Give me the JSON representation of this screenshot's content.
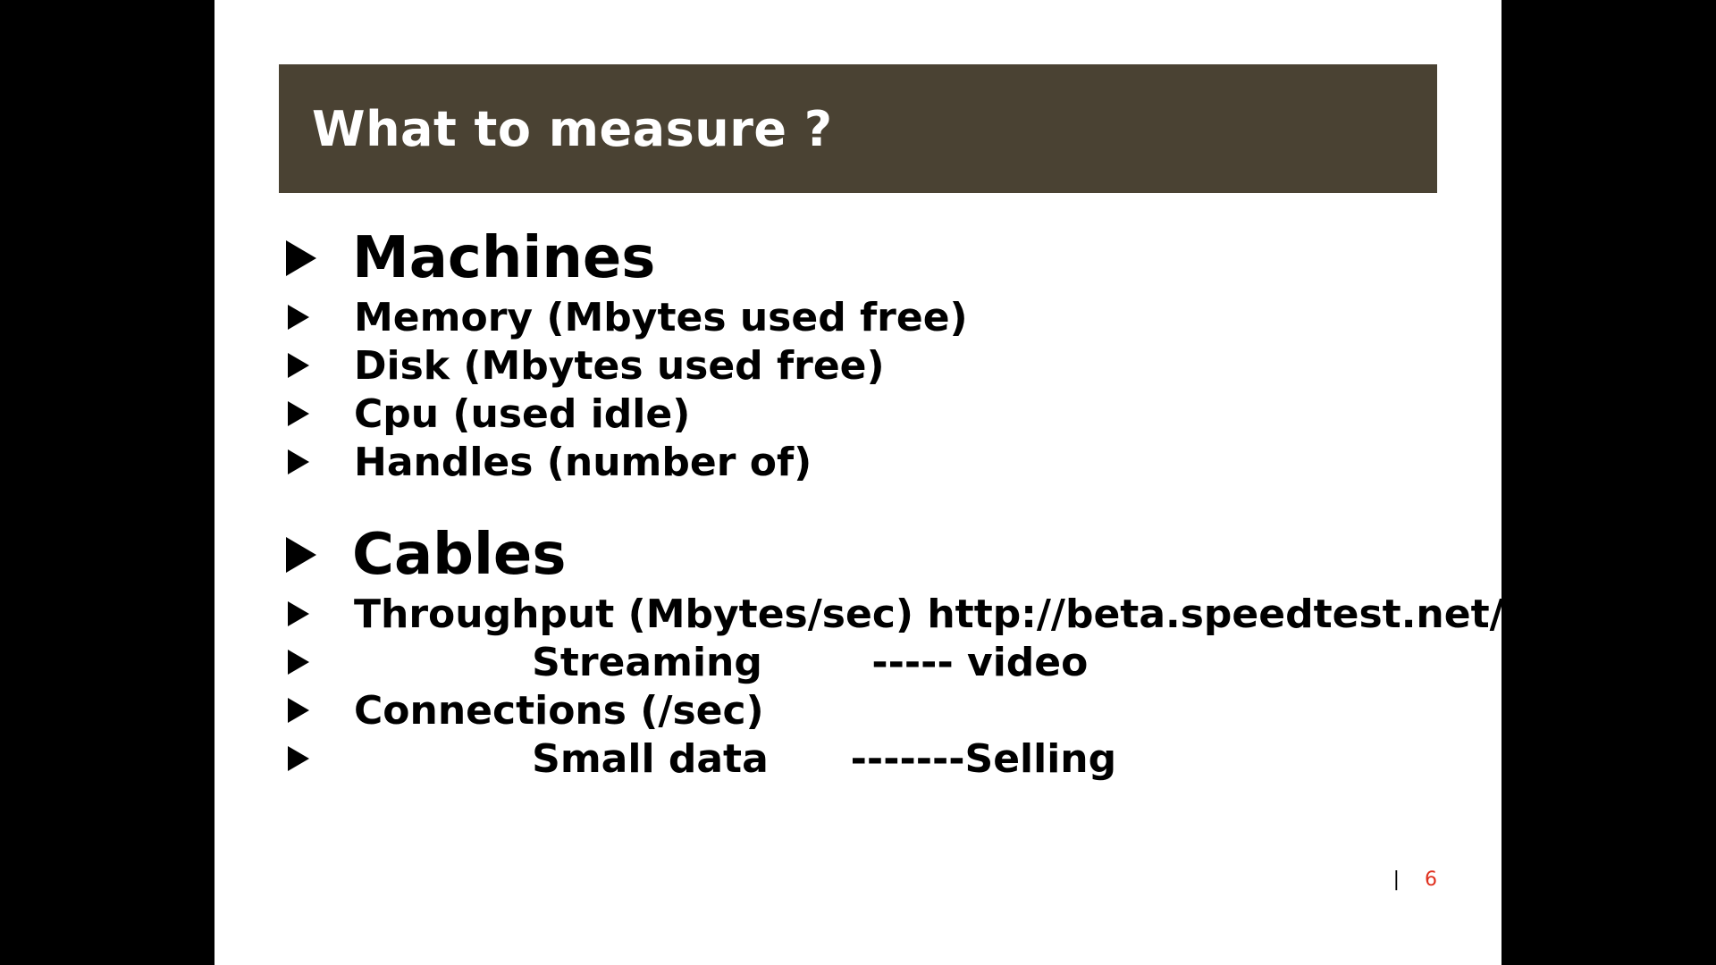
{
  "slide": {
    "title": "What to measure ?",
    "page_number": "6",
    "page_separator": "|",
    "colors": {
      "title_bar_bg": "#4a4233",
      "title_text": "#ffffff",
      "page_number": "#e0301e",
      "viewer_bg": "#000000"
    },
    "groups": [
      {
        "heading": "Machines",
        "items": [
          "Memory (Mbytes used free)",
          "Disk (Mbytes used free)",
          "Cpu (used idle)",
          "Handles (number of)"
        ]
      },
      {
        "heading": "Cables",
        "items": [
          "Throughput (Mbytes/sec) http://beta.speedtest.net/",
          "             Streaming        ----- video",
          "Connections (/sec)",
          "             Small data      -------Selling"
        ]
      }
    ]
  }
}
